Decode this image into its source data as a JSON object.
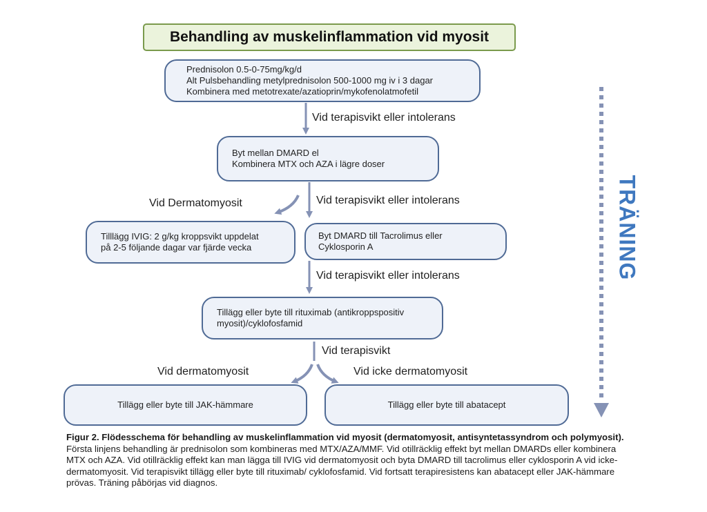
{
  "title": "Behandling av muskelinflammation vid myosit",
  "nodes": {
    "first_line": {
      "lines": [
        "Prednisolon 0.5-0-75mg/kg/d",
        "Alt Pulsbehandling metylprednisolon 500-1000 mg iv i 3 dagar",
        "Kombinera med metotrexate/azatioprin/mykofenolatmofetil"
      ]
    },
    "switch_dmard": {
      "lines": [
        "Byt mellan DMARD el",
        "Kombinera MTX och AZA i lägre doser"
      ]
    },
    "ivig": {
      "lines": [
        "Tilllägg IVIG: 2 g/kg kroppsvikt uppdelat",
        "på 2-5 följande dagar var fjärde vecka"
      ]
    },
    "tacrolimus": {
      "lines": [
        "Byt DMARD till Tacrolimus eller",
        "Cyklosporin A"
      ]
    },
    "rituximab": {
      "lines": [
        "Tillägg eller byte till rituximab (antikroppspositiv",
        "myosit)/cyklofosfamid"
      ]
    },
    "jak": {
      "lines": [
        "Tillägg eller byte till JAK-hämmare"
      ]
    },
    "abatacept": {
      "lines": [
        "Tillägg eller byte till abatacept"
      ]
    }
  },
  "edge_labels": {
    "failure_1": "Vid terapisvikt eller intolerans",
    "failure_2": "Vid terapisvikt eller intolerans",
    "failure_3": "Vid terapisvikt eller intolerans",
    "dermatomyositis_upper": "Vid Dermatomyosit",
    "therapy_failure": "Vid terapisvikt",
    "dermatomyositis_lower": "Vid dermatomyosit",
    "non_dermatomyositis": "Vid icke dermatomyosit"
  },
  "training_label": "TRÄNING",
  "caption": {
    "bold": "Figur 2. Flödesschema för behandling av muskelinflammation vid myosit (dermatomyosit, antisyntetassyndrom och polymyosit).",
    "text": " Första linjens behandling är prednisolon som kombineras med MTX/AZA/MMF. Vid otillräcklig effekt byt mellan DMARDs eller kombinera MTX och AZA. Vid otillräcklig effekt kan man lägga till IVIG vid dermatomyosit och byta DMARD till tacrolimus eller cyklosporin A vid icke-dermatomyosit. Vid terapisvikt tillägg eller byte till rituximab/ cyklofosfamid. Vid fortsatt terapiresistens kan abatacept eller JAK-hämmare prövas. Träning påbörjas vid diagnos."
  },
  "colors": {
    "node_fill": "#eef2f9",
    "node_border": "#4f6a95",
    "arrow": "#8592b5",
    "title_fill": "#ebf3dc",
    "title_border": "#7a9a4c",
    "training_text": "#3f78bf"
  }
}
